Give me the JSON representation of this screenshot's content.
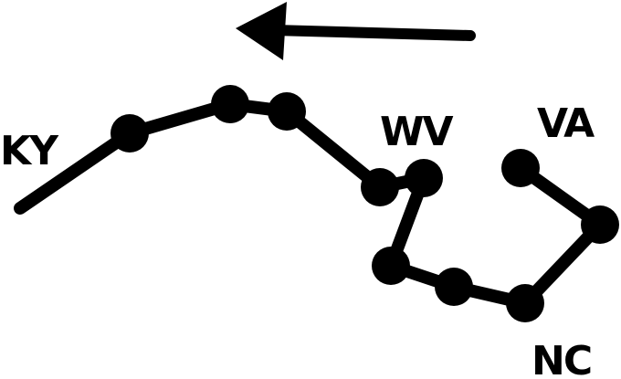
{
  "labels": {
    "ky": "KY",
    "wv": "WV",
    "va": "VA",
    "nc": "NC"
  },
  "icons": {
    "direction": "arrow-left-icon"
  },
  "colors": {
    "route": "#000000",
    "background": "#ffffff"
  }
}
